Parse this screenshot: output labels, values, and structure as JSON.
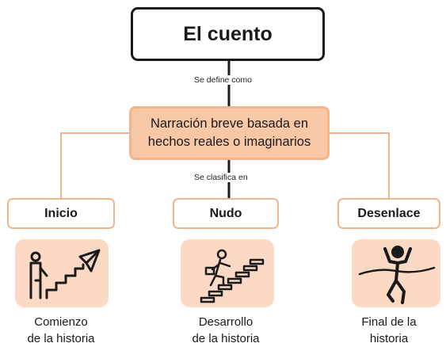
{
  "title": "El cuento",
  "link_define": "Se define como",
  "definition": "Narración breve basada en hechos reales o imaginarios",
  "link_classify": "Se clasifica en",
  "stages": [
    {
      "name": "Inicio",
      "icon": "stairs-paper-plane-icon",
      "caption_line1": "Comienzo",
      "caption_line2": "de la historia"
    },
    {
      "name": "Nudo",
      "icon": "climbing-stairs-icon",
      "caption_line1": "Desarrollo",
      "caption_line2": "de la historia"
    },
    {
      "name": "Desenlace",
      "icon": "finish-line-icon",
      "caption_line1": "Final de la",
      "caption_line2": "historia"
    }
  ],
  "colors": {
    "box_border": "#1a1a1a",
    "definition_fill": "#f8c7a6",
    "accent_border": "#f2b48c",
    "icon_panel_fill": "#fbd9c4"
  }
}
